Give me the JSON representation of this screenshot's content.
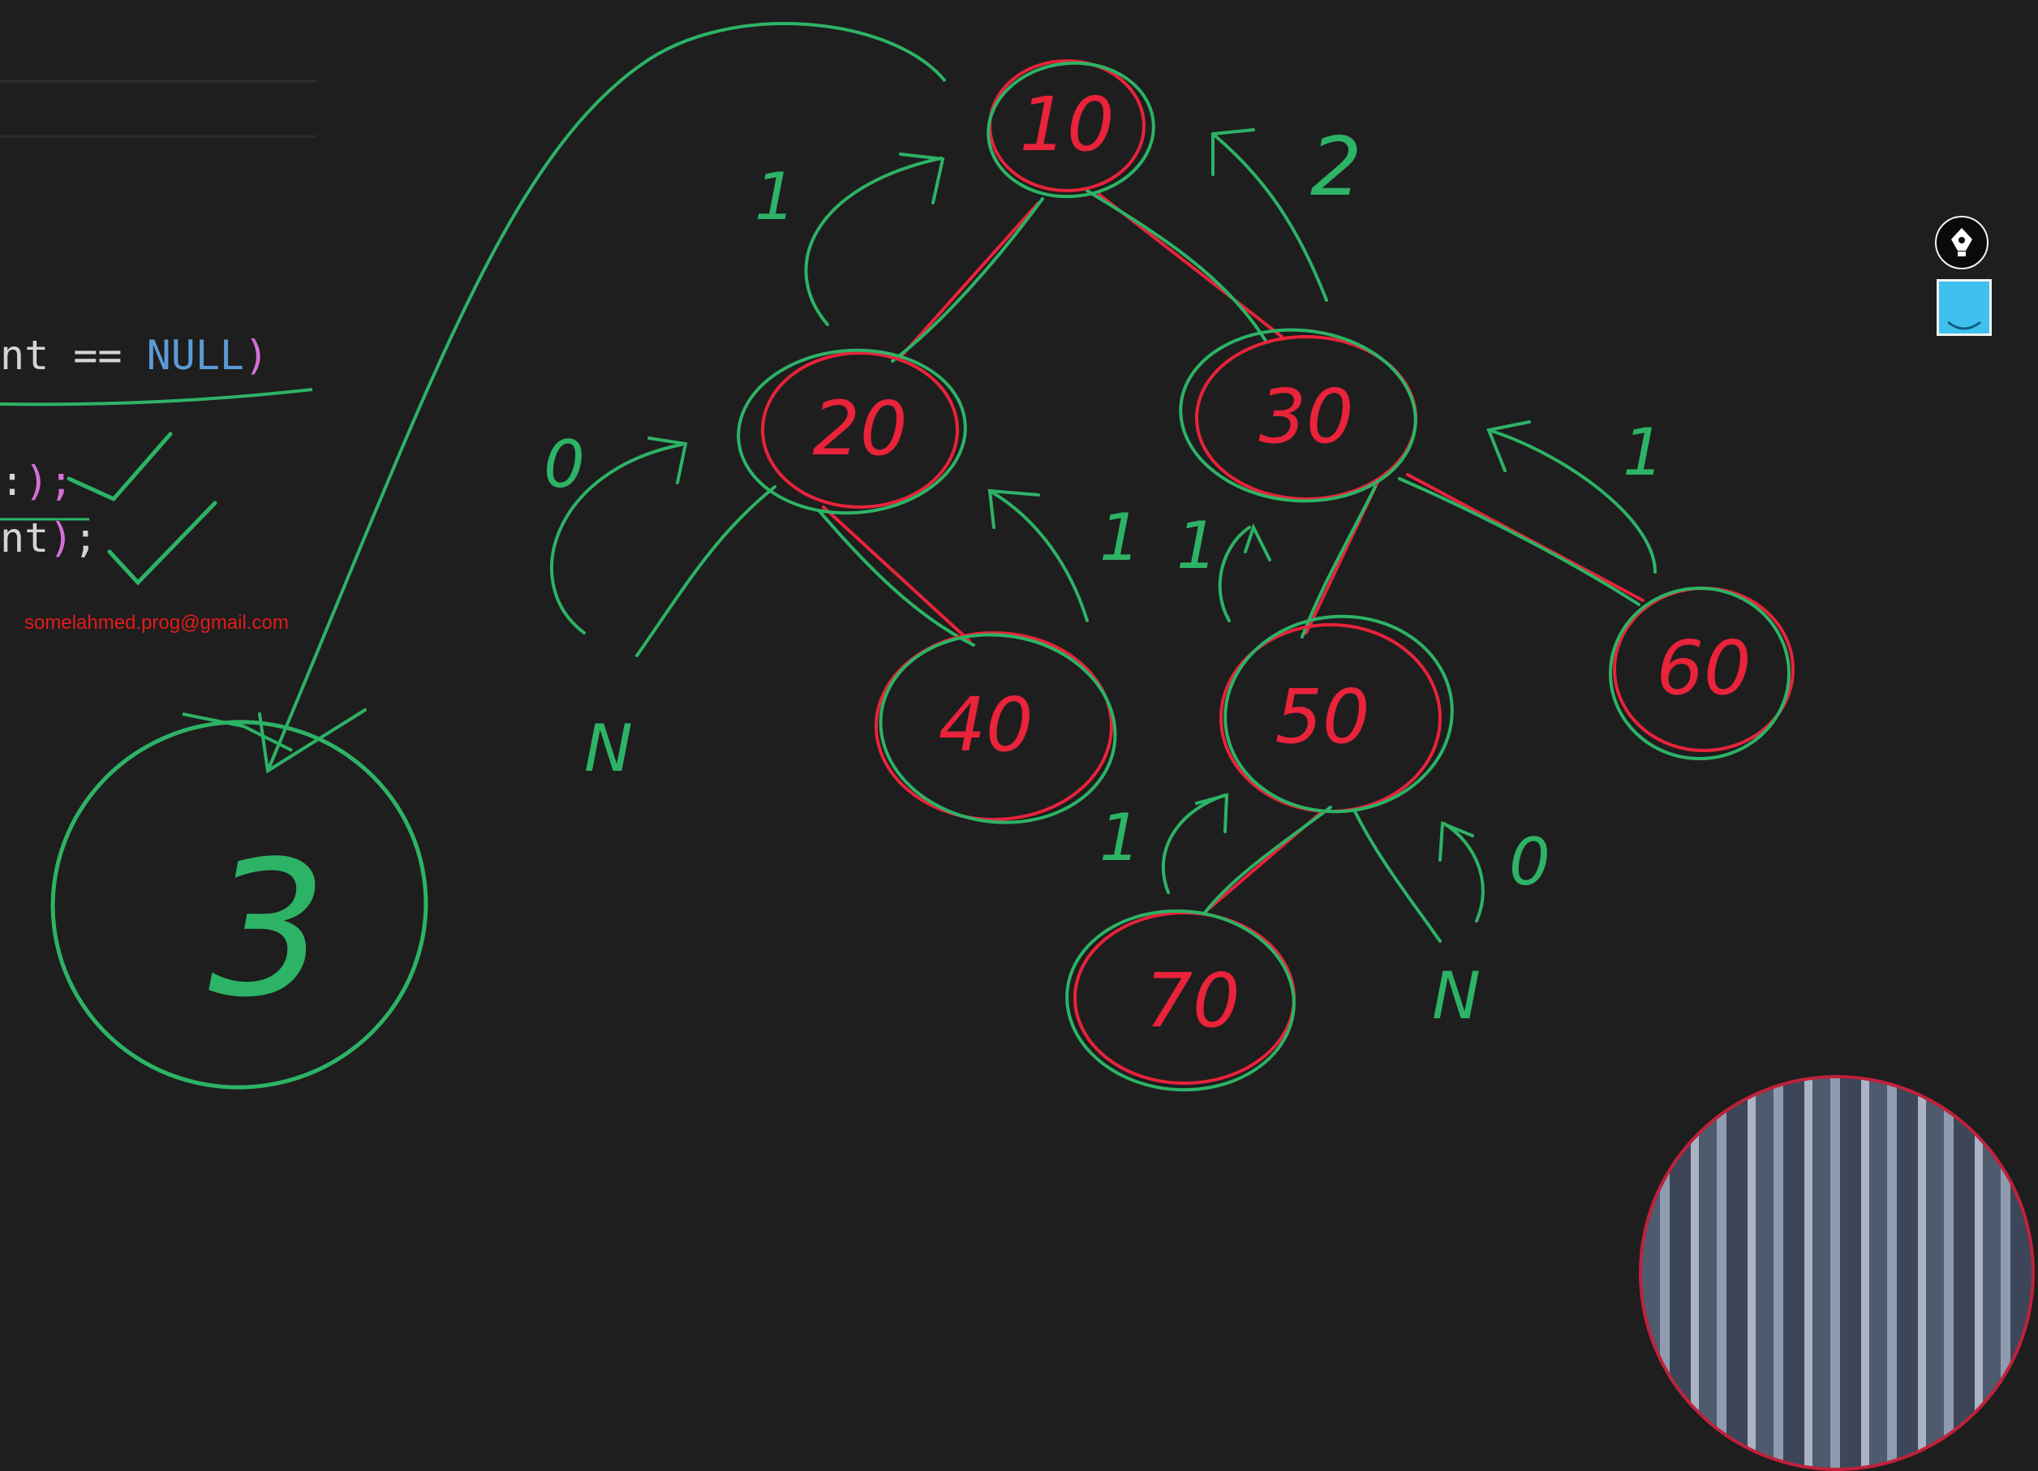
{
  "code": {
    "line1": {
      "ident": "nt == ",
      "kw": "NULL",
      "paren": ")"
    },
    "line2": {
      "ident": ":",
      "paren": ");"
    },
    "line3": {
      "ident": "nt",
      "paren": ")",
      "semi": ";"
    }
  },
  "email": "somelahmed.prog@gmail.com",
  "nodes": [
    {
      "id": "n10",
      "label": "10"
    },
    {
      "id": "n20",
      "label": "20"
    },
    {
      "id": "n30",
      "label": "30"
    },
    {
      "id": "n40",
      "label": "40"
    },
    {
      "id": "n50",
      "label": "50"
    },
    {
      "id": "n60",
      "label": "60"
    },
    {
      "id": "n70",
      "label": "70"
    }
  ],
  "annotations": {
    "height_result": "3",
    "n20_left_height": "0",
    "n20_left_null": "N",
    "n20_right_height": "1",
    "n10_left_height": "1",
    "n10_right_height": "2",
    "n30_left_height": "1",
    "n30_right_height": "1",
    "n50_left_height": "1",
    "n50_right_height": "0",
    "n50_right_null": "N"
  },
  "colors": {
    "background": "#1e1e1e",
    "red_ink": "#e8233a",
    "green_ink": "#2db366",
    "code_keyword": "#5b9bd5",
    "code_paren": "#d670d6"
  },
  "toolbar": {
    "pen_icon": "pen-nib-icon",
    "color_icon": "color-swatch-icon"
  }
}
